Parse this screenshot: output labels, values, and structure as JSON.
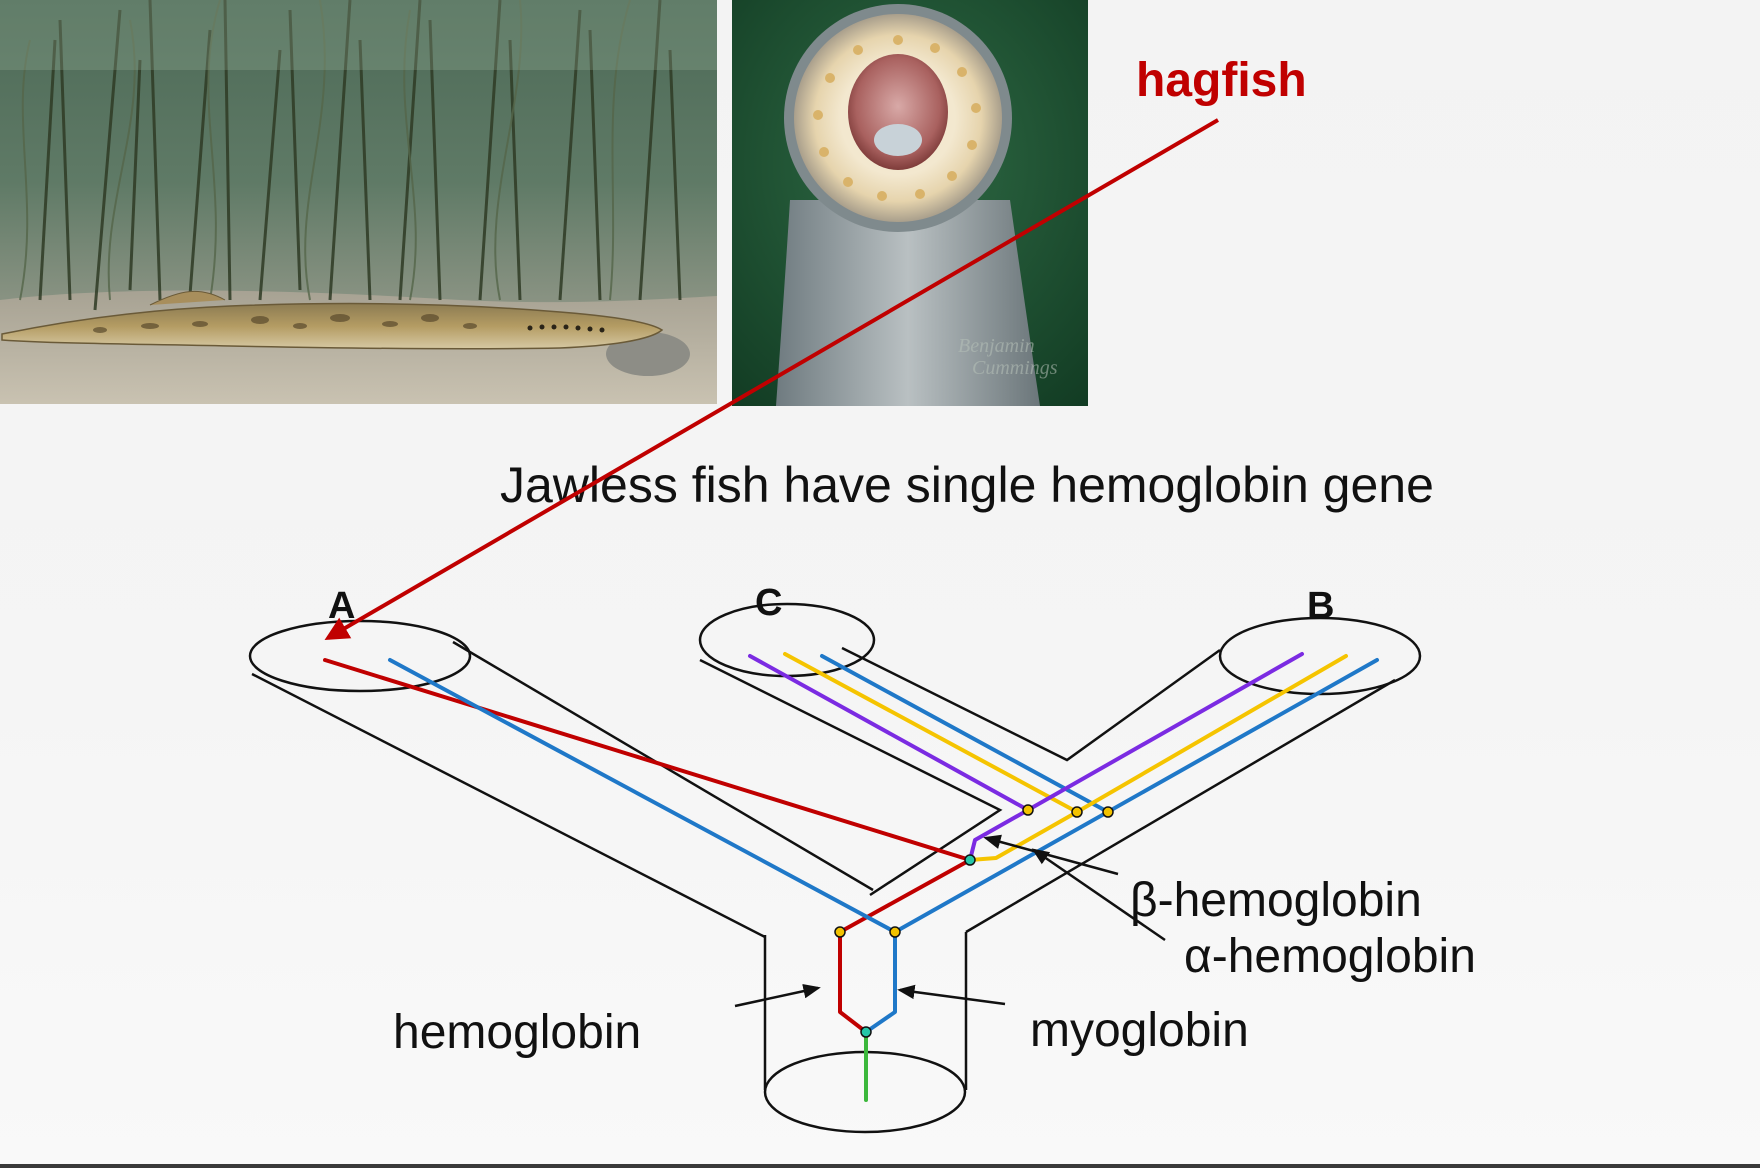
{
  "labels": {
    "hagfish": "hagfish",
    "title": "Jawless fish have single hemoglobin gene",
    "branch_a": "A",
    "branch_b": "B",
    "branch_c": "C",
    "beta_hemoglobin": "β-hemoglobin",
    "alpha_hemoglobin": "α-hemoglobin",
    "hemoglobin": "hemoglobin",
    "myoglobin": "myoglobin",
    "photo_credit": "Benjamin Cummings"
  },
  "colors": {
    "hagfish_text": "#c00000",
    "hagfish_arrow": "#c00000",
    "hemoglobin_line": "#c00000",
    "myoglobin_line": "#1f78c8",
    "alpha_line": "#f5c400",
    "beta_line": "#7b2be2",
    "ancestral_line": "#3cb83c",
    "duplication_node": "#f2c200",
    "ancestor_node": "#25c7a8"
  },
  "icons": {
    "photo_left": "lamprey-on-riverbed-photo",
    "photo_right": "lamprey-mouth-closeup-photo"
  }
}
